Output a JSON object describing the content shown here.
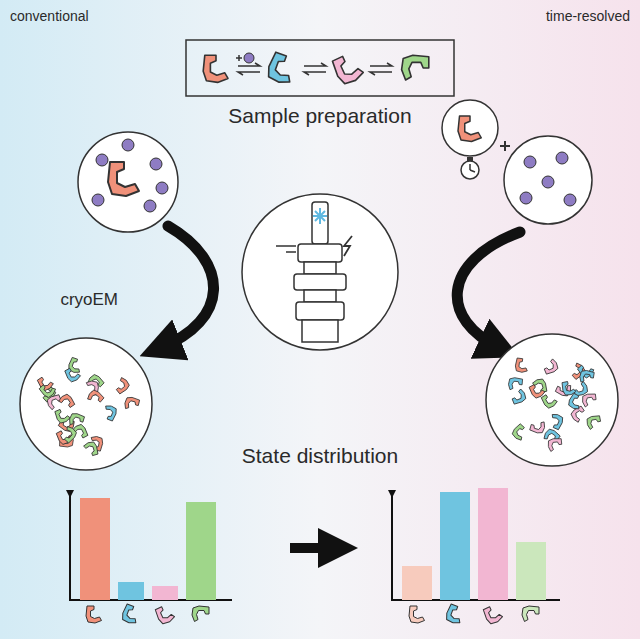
{
  "diagram": {
    "labels": [
      "conventional",
      "time-resolved",
      "Sample preparation",
      "cryoEM",
      "State distribution"
    ]
  }
}
